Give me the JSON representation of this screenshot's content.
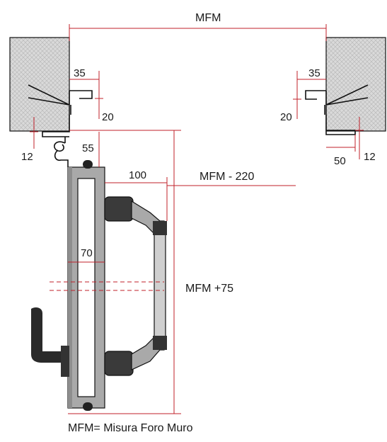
{
  "dimensions": {
    "mfm": "MFM",
    "left_wall_35": "35",
    "left_wall_20": "20",
    "left_wall_12": "12",
    "hinge_55": "55",
    "right_wall_35": "35",
    "right_wall_20": "20",
    "right_wall_50": "50",
    "right_wall_12": "12",
    "handle_100": "100",
    "mfm_minus_220": "MFM - 220",
    "frame_70": "70",
    "mfm_plus_75": "MFM +75"
  },
  "legend": {
    "text": "MFM= Misura Foro Muro"
  },
  "colors": {
    "dimension": "#c0202a",
    "wall_fill": "#d9d9d9",
    "frame_fill": "#a9a9a9",
    "handle_fill": "#3a3a3a",
    "outline": "#111111"
  }
}
